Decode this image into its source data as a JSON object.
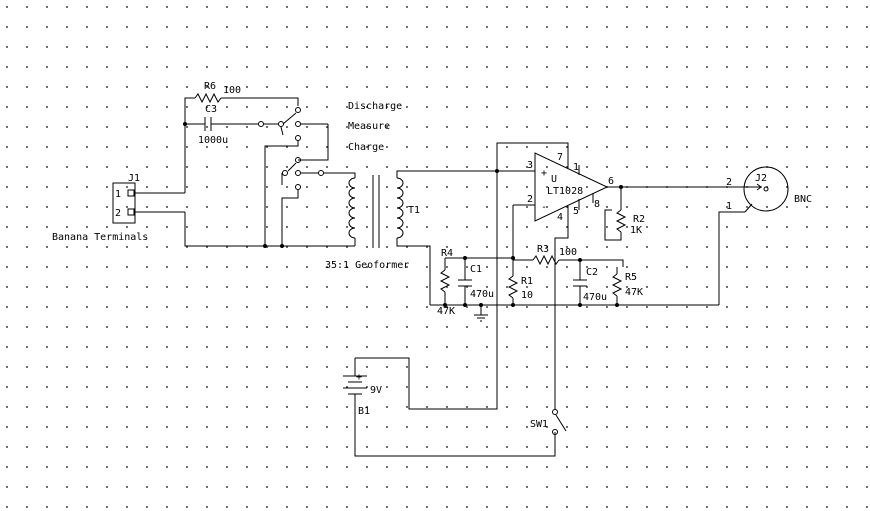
{
  "labels": {
    "J1": "J1",
    "J1_pin1": "1",
    "J1_pin2": "2",
    "banana": "Banana Terminals",
    "R6": "R6",
    "R6_val": "100",
    "C3": "C3",
    "C3_val": "1000u",
    "discharge": "Discharge",
    "measure": "Measure",
    "charge": "Charge",
    "T1": "T1",
    "geoformer": "35:1 Geoformer",
    "U": "U",
    "U_part": "LT1028",
    "pin3": "3",
    "pin2": "2",
    "pin7": "7",
    "pin1": "1",
    "pin6": "6",
    "pin4": "4",
    "pin5": "5",
    "pin8": "8",
    "plus": "+",
    "minus": "-",
    "R2": "R2",
    "R2_val": "1K",
    "R3": "R3",
    "R3_val": "100",
    "R4": "R4",
    "R4_val": "47K",
    "C1": "C1",
    "C1_val": "470u",
    "R1": "R1",
    "R1_val": "10",
    "C2": "C2",
    "C2_val": "470u",
    "R5": "R5",
    "R5_val": "47K",
    "J2": "J2",
    "J2_pin2": "2",
    "J2_pin1": "1",
    "bnc": "BNC",
    "B1": "B1",
    "B1_val": "9V",
    "B1_plus": "+",
    "SW1": "SW1"
  }
}
